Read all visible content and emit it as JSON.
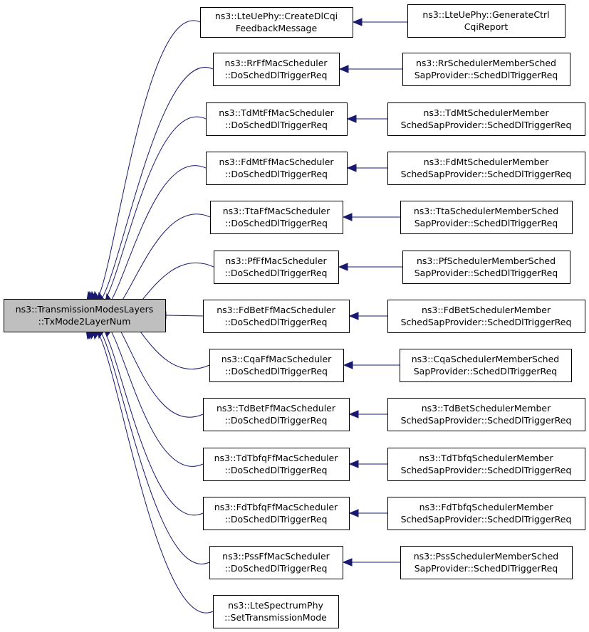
{
  "colors": {
    "edge": "#191970",
    "root_fill": "#bfbfbf",
    "node_fill": "#ffffff",
    "border": "#000000"
  },
  "root": {
    "line1": "ns3::TransmissionModesLayers",
    "line2": "::TxMode2LayerNum"
  },
  "callers": [
    {
      "line1": "ns3::LteUePhy::CreateDlCqi",
      "line2": "FeedbackMessage",
      "callers": [
        {
          "line1": "ns3::LteUePhy::GenerateCtrl",
          "line2": "CqiReport"
        }
      ]
    },
    {
      "line1": "ns3::RrFfMacScheduler",
      "line2": "::DoSchedDlTriggerReq",
      "callers": [
        {
          "line1": "ns3::RrSchedulerMemberSched",
          "line2": "SapProvider::SchedDlTriggerReq"
        }
      ]
    },
    {
      "line1": "ns3::TdMtFfMacScheduler",
      "line2": "::DoSchedDlTriggerReq",
      "callers": [
        {
          "line1": "ns3::TdMtSchedulerMember",
          "line2": "SchedSapProvider::SchedDlTriggerReq"
        }
      ]
    },
    {
      "line1": "ns3::FdMtFfMacScheduler",
      "line2": "::DoSchedDlTriggerReq",
      "callers": [
        {
          "line1": "ns3::FdMtSchedulerMember",
          "line2": "SchedSapProvider::SchedDlTriggerReq"
        }
      ]
    },
    {
      "line1": "ns3::TtaFfMacScheduler",
      "line2": "::DoSchedDlTriggerReq",
      "callers": [
        {
          "line1": "ns3::TtaSchedulerMemberSched",
          "line2": "SapProvider::SchedDlTriggerReq"
        }
      ]
    },
    {
      "line1": "ns3::PfFfMacScheduler",
      "line2": "::DoSchedDlTriggerReq",
      "callers": [
        {
          "line1": "ns3::PfSchedulerMemberSched",
          "line2": "SapProvider::SchedDlTriggerReq"
        }
      ]
    },
    {
      "line1": "ns3::FdBetFfMacScheduler",
      "line2": "::DoSchedDlTriggerReq",
      "callers": [
        {
          "line1": "ns3::FdBetSchedulerMember",
          "line2": "SchedSapProvider::SchedDlTriggerReq"
        }
      ]
    },
    {
      "line1": "ns3::CqaFfMacScheduler",
      "line2": "::DoSchedDlTriggerReq",
      "callers": [
        {
          "line1": "ns3::CqaSchedulerMemberSched",
          "line2": "SapProvider::SchedDlTriggerReq"
        }
      ]
    },
    {
      "line1": "ns3::TdBetFfMacScheduler",
      "line2": "::DoSchedDlTriggerReq",
      "callers": [
        {
          "line1": "ns3::TdBetSchedulerMember",
          "line2": "SchedSapProvider::SchedDlTriggerReq"
        }
      ]
    },
    {
      "line1": "ns3::TdTbfqFfMacScheduler",
      "line2": "::DoSchedDlTriggerReq",
      "callers": [
        {
          "line1": "ns3::TdTbfqSchedulerMember",
          "line2": "SchedSapProvider::SchedDlTriggerReq"
        }
      ]
    },
    {
      "line1": "ns3::FdTbfqFfMacScheduler",
      "line2": "::DoSchedDlTriggerReq",
      "callers": [
        {
          "line1": "ns3::FdTbfqSchedulerMember",
          "line2": "SchedSapProvider::SchedDlTriggerReq"
        }
      ]
    },
    {
      "line1": "ns3::PssFfMacScheduler",
      "line2": "::DoSchedDlTriggerReq",
      "callers": [
        {
          "line1": "ns3::PssSchedulerMemberSched",
          "line2": "SapProvider::SchedDlTriggerReq"
        }
      ]
    },
    {
      "line1": "ns3::LteSpectrumPhy",
      "line2": "::SetTransmissionMode",
      "callers": []
    }
  ]
}
